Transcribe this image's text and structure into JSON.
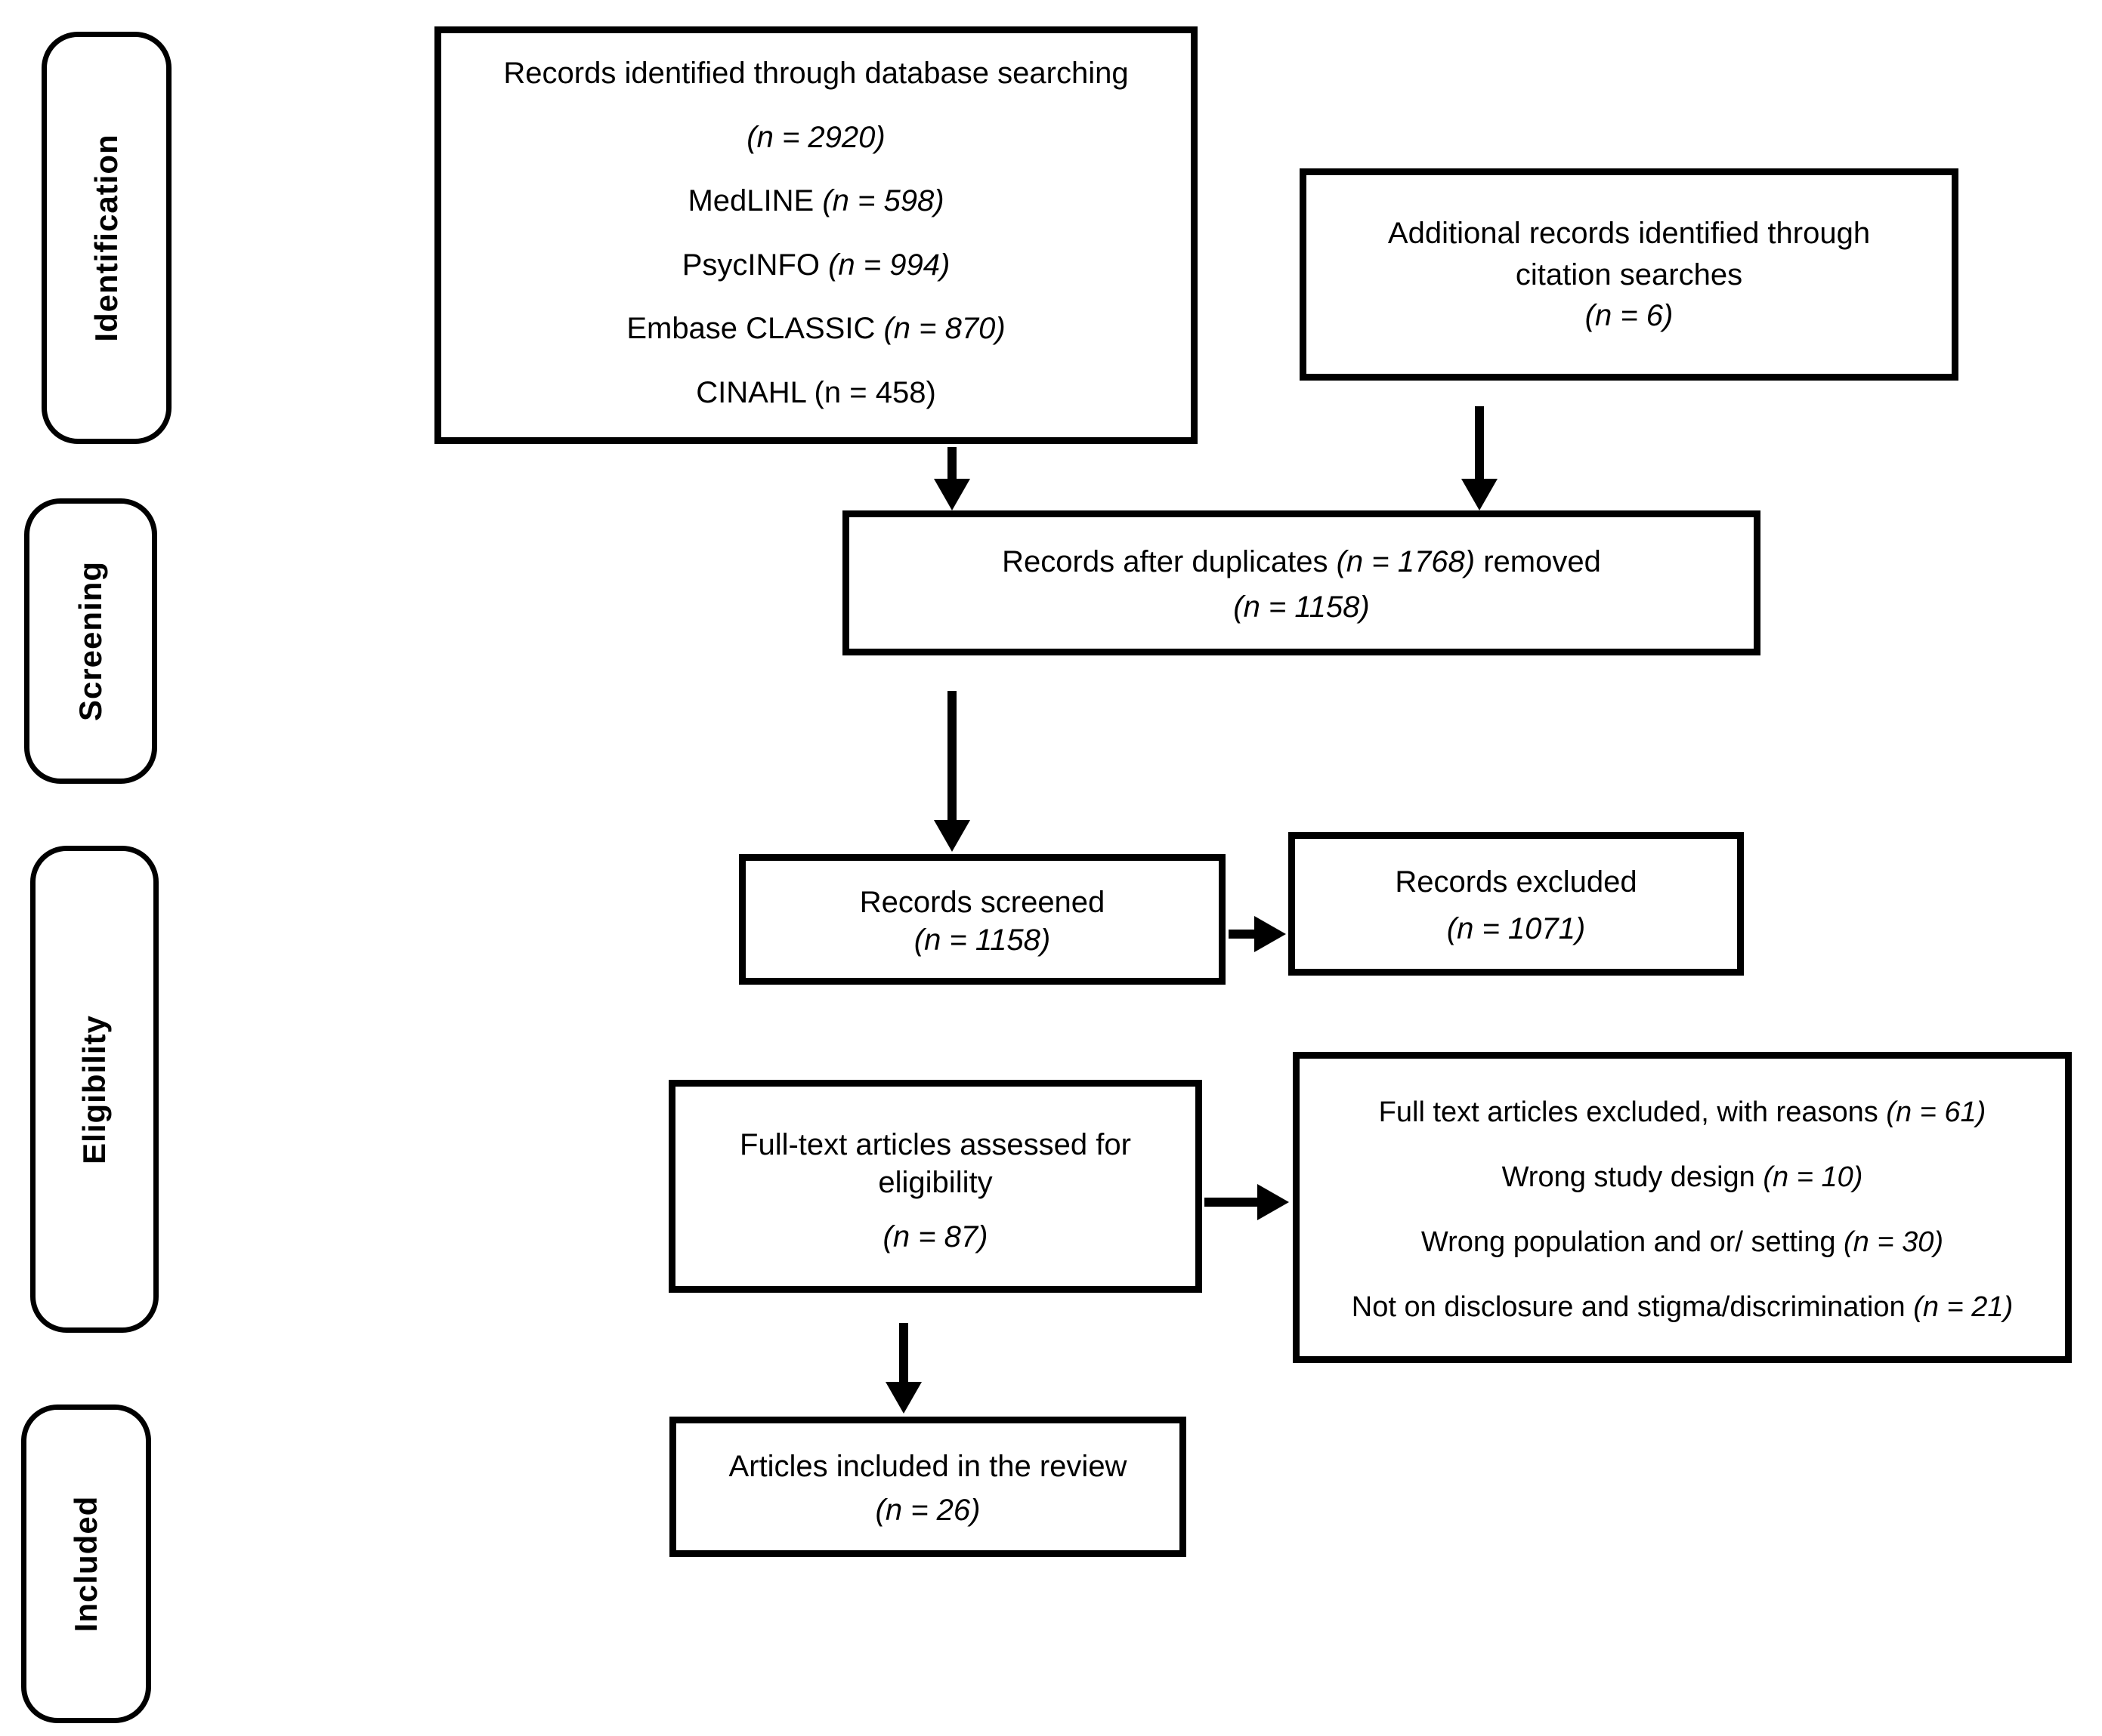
{
  "stages": [
    {
      "label": "Identification"
    },
    {
      "label": "Screening"
    },
    {
      "label": "Eligibility"
    },
    {
      "label": "Included"
    }
  ],
  "boxes": {
    "identified": {
      "lines": [
        {
          "pre": "Records identified through database searching",
          "n": "",
          "post": ""
        },
        {
          "pre": "",
          "n": "(n = 2920)",
          "post": ""
        },
        {
          "pre": "MedLINE ",
          "n": "(n = 598)",
          "post": ""
        },
        {
          "pre": "PsycINFO ",
          "n": "(n = 994)",
          "post": ""
        },
        {
          "pre": "Embase CLASSIC ",
          "n": "(n = 870)",
          "post": ""
        },
        {
          "pre": "CINAHL (n = 458)",
          "n": "",
          "post": ""
        }
      ]
    },
    "additional": {
      "lines": [
        {
          "pre": "Additional records identified through",
          "n": "",
          "post": ""
        },
        {
          "pre": "citation searches",
          "n": "",
          "post": ""
        },
        {
          "pre": "",
          "n": "(n = 6)",
          "post": ""
        }
      ]
    },
    "duplicates": {
      "lines": [
        {
          "pre": "Records after duplicates ",
          "n": "(n = 1768)",
          "post": " removed"
        },
        {
          "pre": "",
          "n": "(n = 1158)",
          "post": ""
        }
      ]
    },
    "screened": {
      "lines": [
        {
          "pre": "Records screened",
          "n": "",
          "post": ""
        },
        {
          "pre": "",
          "n": "(n = 1158)",
          "post": ""
        }
      ]
    },
    "excluded": {
      "lines": [
        {
          "pre": "Records excluded",
          "n": "",
          "post": ""
        },
        {
          "pre": "",
          "n": "(n = 1071)",
          "post": ""
        }
      ]
    },
    "assessed": {
      "lines": [
        {
          "pre": "Full-text articles assessed for",
          "n": "",
          "post": ""
        },
        {
          "pre": "eligibility",
          "n": "",
          "post": ""
        },
        {
          "pre": "",
          "n": "(n = 87)",
          "post": ""
        }
      ]
    },
    "fulltext_excluded": {
      "lines": [
        {
          "pre": "Full text articles excluded, with reasons ",
          "n": "(n = 61)",
          "post": ""
        },
        {
          "pre": "Wrong study design ",
          "n": "(n = 10)",
          "post": ""
        },
        {
          "pre": "Wrong population and or/ setting ",
          "n": "(n = 30)",
          "post": ""
        },
        {
          "pre": "Not on disclosure and stigma/discrimination ",
          "n": "(n = 21)",
          "post": ""
        }
      ]
    },
    "included": {
      "lines": [
        {
          "pre": "Articles included in the review",
          "n": "",
          "post": ""
        },
        {
          "pre": "",
          "n": "(n = 26)",
          "post": ""
        }
      ]
    }
  },
  "colors": {
    "border": "#000000",
    "text": "#000000",
    "background": "#ffffff"
  }
}
